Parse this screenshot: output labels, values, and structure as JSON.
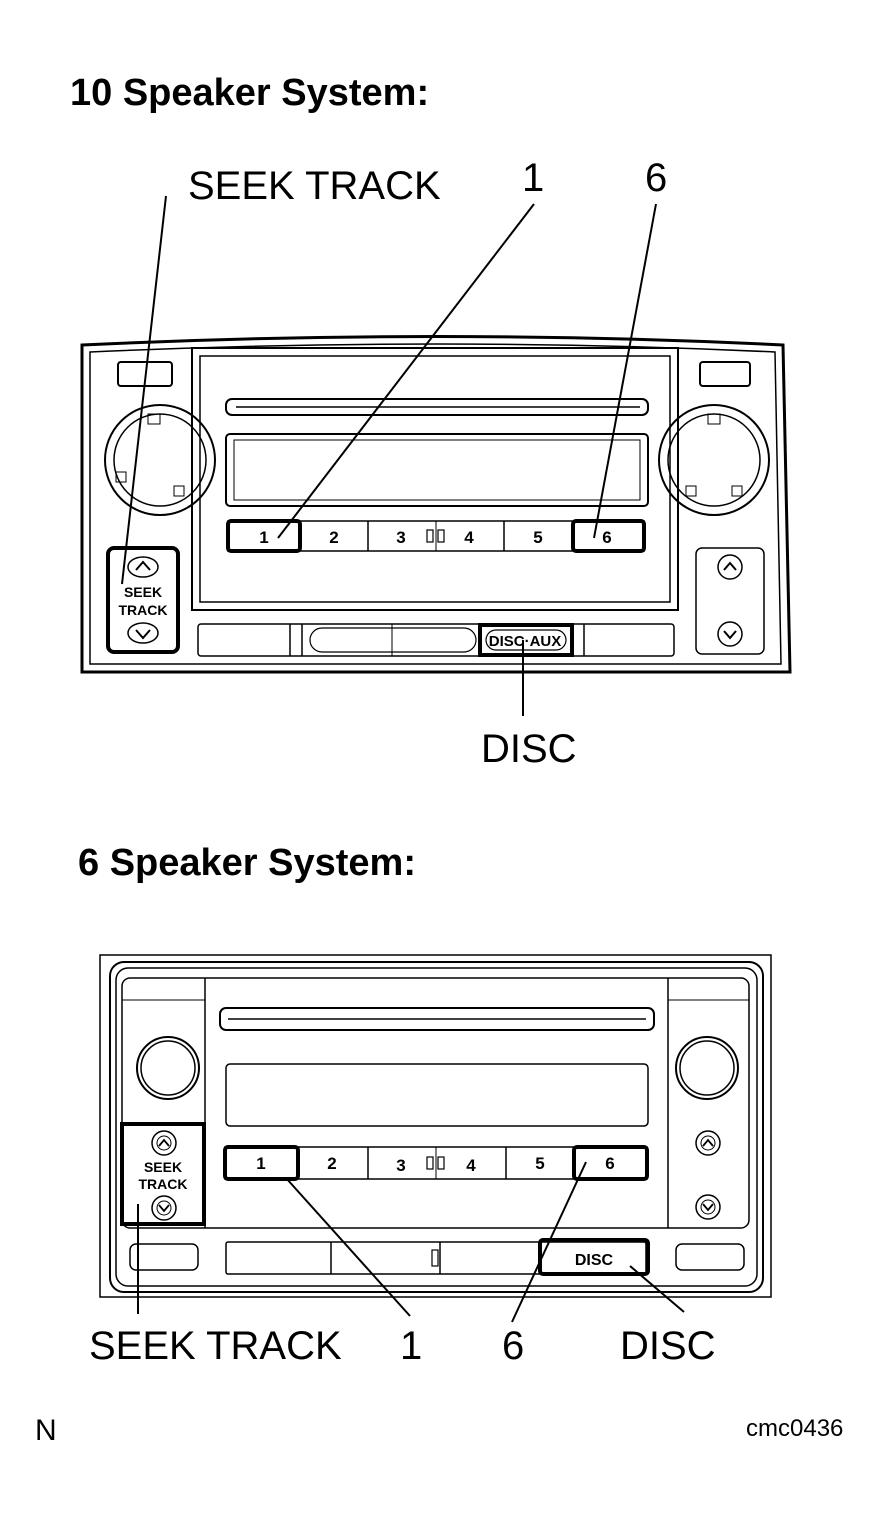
{
  "section1": {
    "title": "10 Speaker System:",
    "callouts": {
      "seek_track": "SEEK TRACK",
      "preset_1": "1",
      "preset_6": "6",
      "disc": "DISC"
    },
    "seek_button": {
      "line1": "SEEK",
      "line2": "TRACK"
    },
    "presets": [
      "1",
      "2",
      "3",
      "4",
      "5",
      "6"
    ],
    "disc_aux_label": "DISC·AUX"
  },
  "section2": {
    "title": "6 Speaker System:",
    "callouts": {
      "seek_track": "SEEK TRACK",
      "preset_1": "1",
      "preset_6": "6",
      "disc": "DISC"
    },
    "seek_button": {
      "line1": "SEEK",
      "line2": "TRACK"
    },
    "presets": [
      "1",
      "2",
      "3",
      "4",
      "5",
      "6"
    ],
    "disc_label": "DISC"
  },
  "footer": {
    "left_code": "N",
    "figure_id": "cmc0436"
  }
}
